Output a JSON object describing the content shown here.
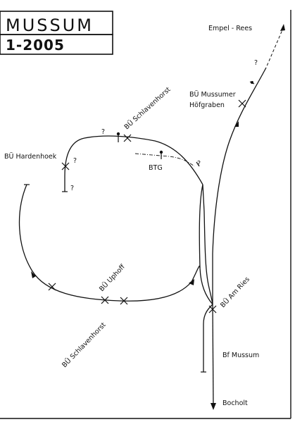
{
  "title": {
    "name": "MUSSUM",
    "date": "1-2005"
  },
  "labels": {
    "empel_rees": "Empel - Rees",
    "bu_mussumer_line1": "BÜ Mussumer",
    "bu_mussumer_line2": "Höfgraben",
    "bu_schlavenhorst_top": "BÜ Schlavenhorst",
    "bu_hardenhoek": "BÜ Hardenhoek",
    "btg": "BTG",
    "bu_uphoff": "BÜ Uphoff",
    "bu_am_ries": "BÜ Am Ries",
    "bu_schlavenhorst_bottom": "BÜ Schlavenhorst",
    "bf_mussum": "Bf Mussum",
    "bocholt": "Bocholt",
    "question_mark": "?"
  }
}
